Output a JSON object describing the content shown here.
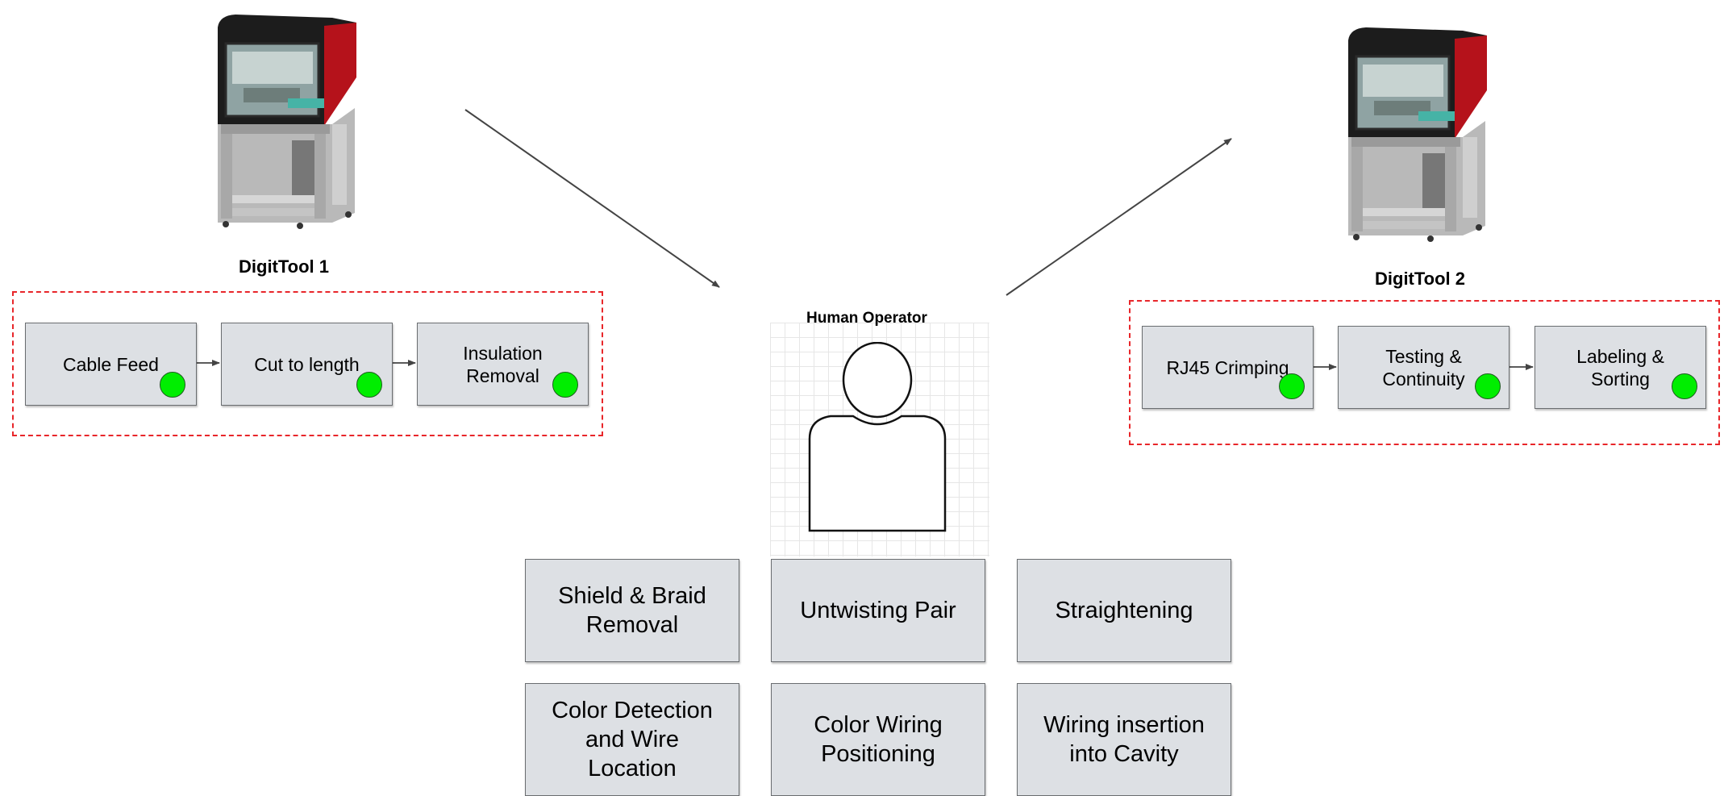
{
  "machines": [
    {
      "label": "DigitTool 1",
      "icon": "digittool-machine-icon",
      "steps": [
        "Cable Feed",
        "Cut to length",
        "Insulation\nRemoval"
      ]
    },
    {
      "label": "DigitTool 2",
      "icon": "digittool-machine-icon",
      "steps": [
        "RJ45 Crimping",
        "Testing &\nContinuity",
        "Labeling &\nSorting"
      ]
    }
  ],
  "operator": {
    "label": "Human Operator",
    "icon": "person-icon"
  },
  "manual_tasks": [
    "Shield & Braid\nRemoval",
    "Untwisting Pair",
    "Straightening",
    "Color Detection\nand Wire\nLocation",
    "Color Wiring\nPositioning",
    "Wiring insertion\ninto Cavity"
  ],
  "colors": {
    "group_border": "#e8262a",
    "status_dot": "#00ee00",
    "step_fill": "#dde0e4",
    "machine_accent": "#b5121b"
  }
}
